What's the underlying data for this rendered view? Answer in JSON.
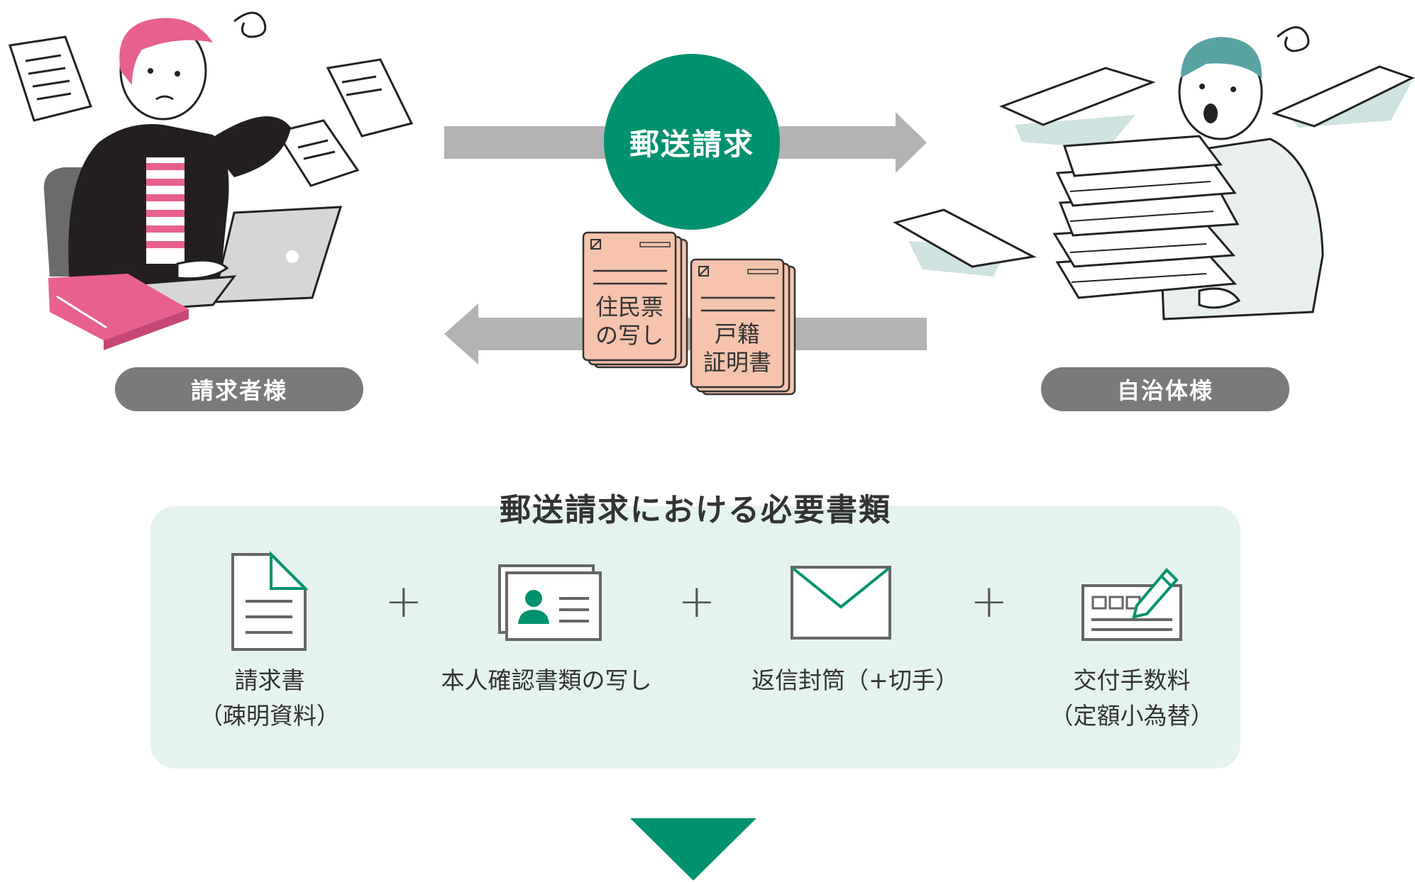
{
  "top_flow": {
    "center_label": "郵送請求",
    "left_actor": "請求者様",
    "right_actor": "自治体様",
    "return_documents": [
      {
        "line1": "住民票",
        "line2": "の写し"
      },
      {
        "line1": "戸籍",
        "line2": "証明書"
      }
    ]
  },
  "required_docs": {
    "title": "郵送請求における必要書類",
    "items": [
      {
        "line1": "請求書",
        "line2": "（疎明資料）",
        "icon": "document-icon"
      },
      {
        "line1": "本人確認書類の写し",
        "line2": "",
        "icon": "id-card-icon"
      },
      {
        "line1": "返信封筒（+切手）",
        "line2": "",
        "icon": "envelope-icon"
      },
      {
        "line1": "交付手数料",
        "line2": "（定額小為替）",
        "icon": "money-order-icon"
      }
    ],
    "separator": "+"
  },
  "colors": {
    "accent_green": "#00926e",
    "gray_arrow": "#b3b3b3",
    "pill_gray": "#7a7a7a",
    "panel_bg": "#e5f3ee",
    "doc_fill": "#f6c3ac",
    "person_pink": "#e8608f",
    "person_teal": "#5aa3a3"
  }
}
